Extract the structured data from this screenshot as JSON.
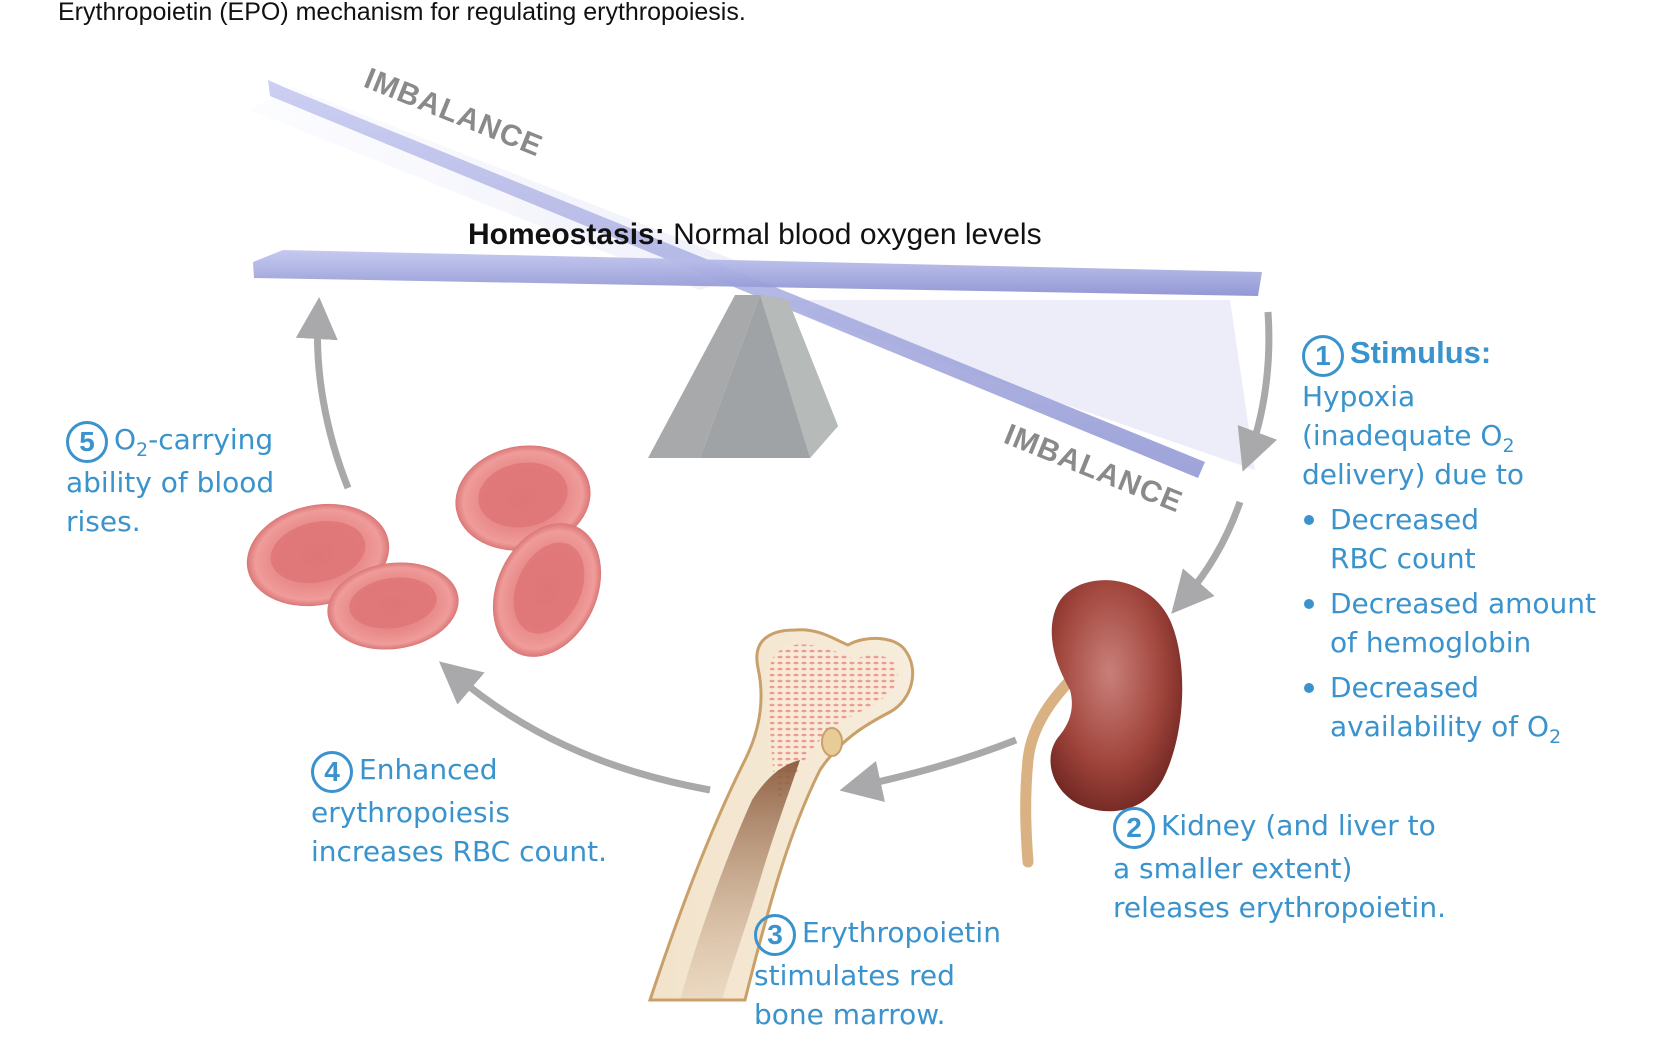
{
  "caption": "Erythropoietin (EPO) mechanism for regulating erythropoiesis.",
  "homeostasis": {
    "label_bold": "Homeostasis:",
    "label_rest": " Normal blood oxygen levels"
  },
  "imbalance_labels": [
    "IMBALANCE",
    "IMBALANCE"
  ],
  "colors": {
    "text_blue": "#3a93cc",
    "beam": "#a9aee0",
    "fulcrum": "#a8a9ab",
    "arrow": "#a9a9ab",
    "rbc": "#d9686a",
    "kidney": "#9b3a32",
    "ureter": "#d9b183",
    "bone": "#f3e6d0"
  },
  "steps": {
    "step1": {
      "number": "1",
      "title": "Stimulus:",
      "lines": [
        "Hypoxia",
        "(inadequate O",
        "2",
        "delivery) due to"
      ],
      "bullets": [
        {
          "line1": "Decreased",
          "line2": "RBC count"
        },
        {
          "line1": "Decreased amount",
          "line2": "of hemoglobin"
        },
        {
          "line1": "Decreased",
          "line2": "availability of O",
          "sub": "2"
        }
      ]
    },
    "step2": {
      "number": "2",
      "line1": "Kidney (and liver to",
      "line2": "a smaller extent)",
      "line3": "releases erythropoietin."
    },
    "step3": {
      "number": "3",
      "line1": "Erythropoietin",
      "line2": "stimulates red",
      "line3": "bone marrow."
    },
    "step4": {
      "number": "4",
      "line1": "Enhanced",
      "line2": "erythropoiesis",
      "line3": "increases RBC count."
    },
    "step5": {
      "number": "5",
      "line1_pre": "O",
      "line1_sub": "2",
      "line1_post": "-carrying",
      "line2": "ability of blood",
      "line3": "rises."
    }
  }
}
